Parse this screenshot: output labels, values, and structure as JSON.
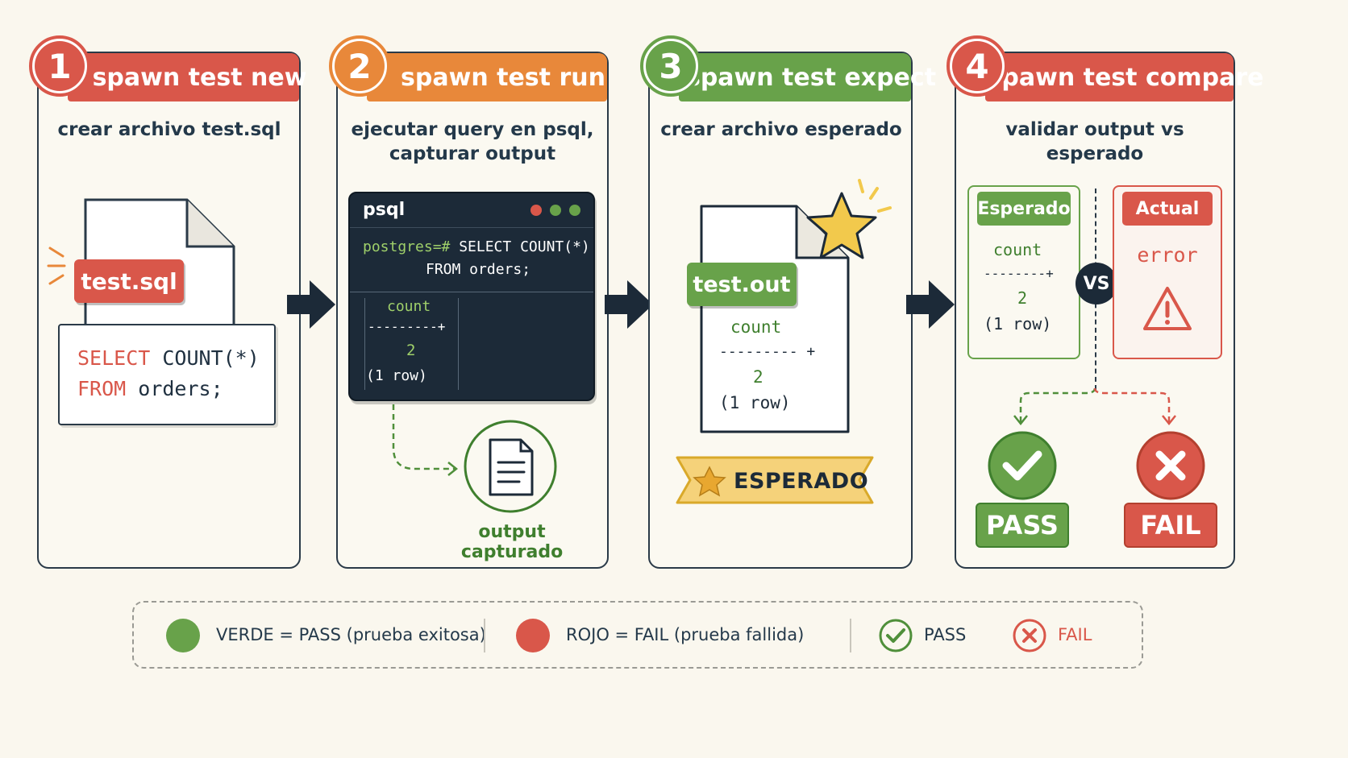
{
  "colors": {
    "red": "#d9574a",
    "orange": "#e8883a",
    "green": "#68a24a",
    "navy": "#1c2a38",
    "yellow": "#f2c94c"
  },
  "steps": [
    {
      "number": "1",
      "title": "spawn test new",
      "description": "crear archivo test.sql",
      "color": "#d9574a"
    },
    {
      "number": "2",
      "title": "spawn test run",
      "description": "ejecutar query en psql,\ncapturar output",
      "color": "#e8883a"
    },
    {
      "number": "3",
      "title": "spawn test expect",
      "description": "crear archivo esperado",
      "color": "#68a24a"
    },
    {
      "number": "4",
      "title": "spawn test compare",
      "description": "validar output vs esperado",
      "color": "#d9574a"
    }
  ],
  "step1": {
    "file_tag": "test.sql",
    "code_keyword1": "SELECT",
    "code_rest1": " COUNT(*)",
    "code_keyword2": "FROM",
    "code_rest2": " orders;"
  },
  "step2": {
    "terminal_title": "psql",
    "prompt": "postgres=#",
    "command1": " SELECT COUNT(*)",
    "command2": "FROM orders;",
    "result_header": "count",
    "result_sep": "---------+",
    "result_value": "2",
    "result_rows": "(1 row)",
    "captured_label": "output capturado"
  },
  "step3": {
    "file_tag": "test.out",
    "result_header": "count",
    "result_sep": "--------- +",
    "result_value": "2",
    "result_rows": "(1 row)",
    "banner": "ESPERADO"
  },
  "step4": {
    "expected_title": "Esperado",
    "expected_header": "count",
    "expected_sep": "--------+",
    "expected_value": "2",
    "expected_rows": "(1 row)",
    "vs": "VS",
    "actual_title": "Actual",
    "actual_value": "error",
    "pass": "PASS",
    "fail": "FAIL"
  },
  "legend": {
    "green_text": "VERDE  =  PASS  (prueba exitosa)",
    "red_text": "ROJO  =  FAIL  (prueba fallida)",
    "pass": "PASS",
    "fail": "FAIL"
  }
}
